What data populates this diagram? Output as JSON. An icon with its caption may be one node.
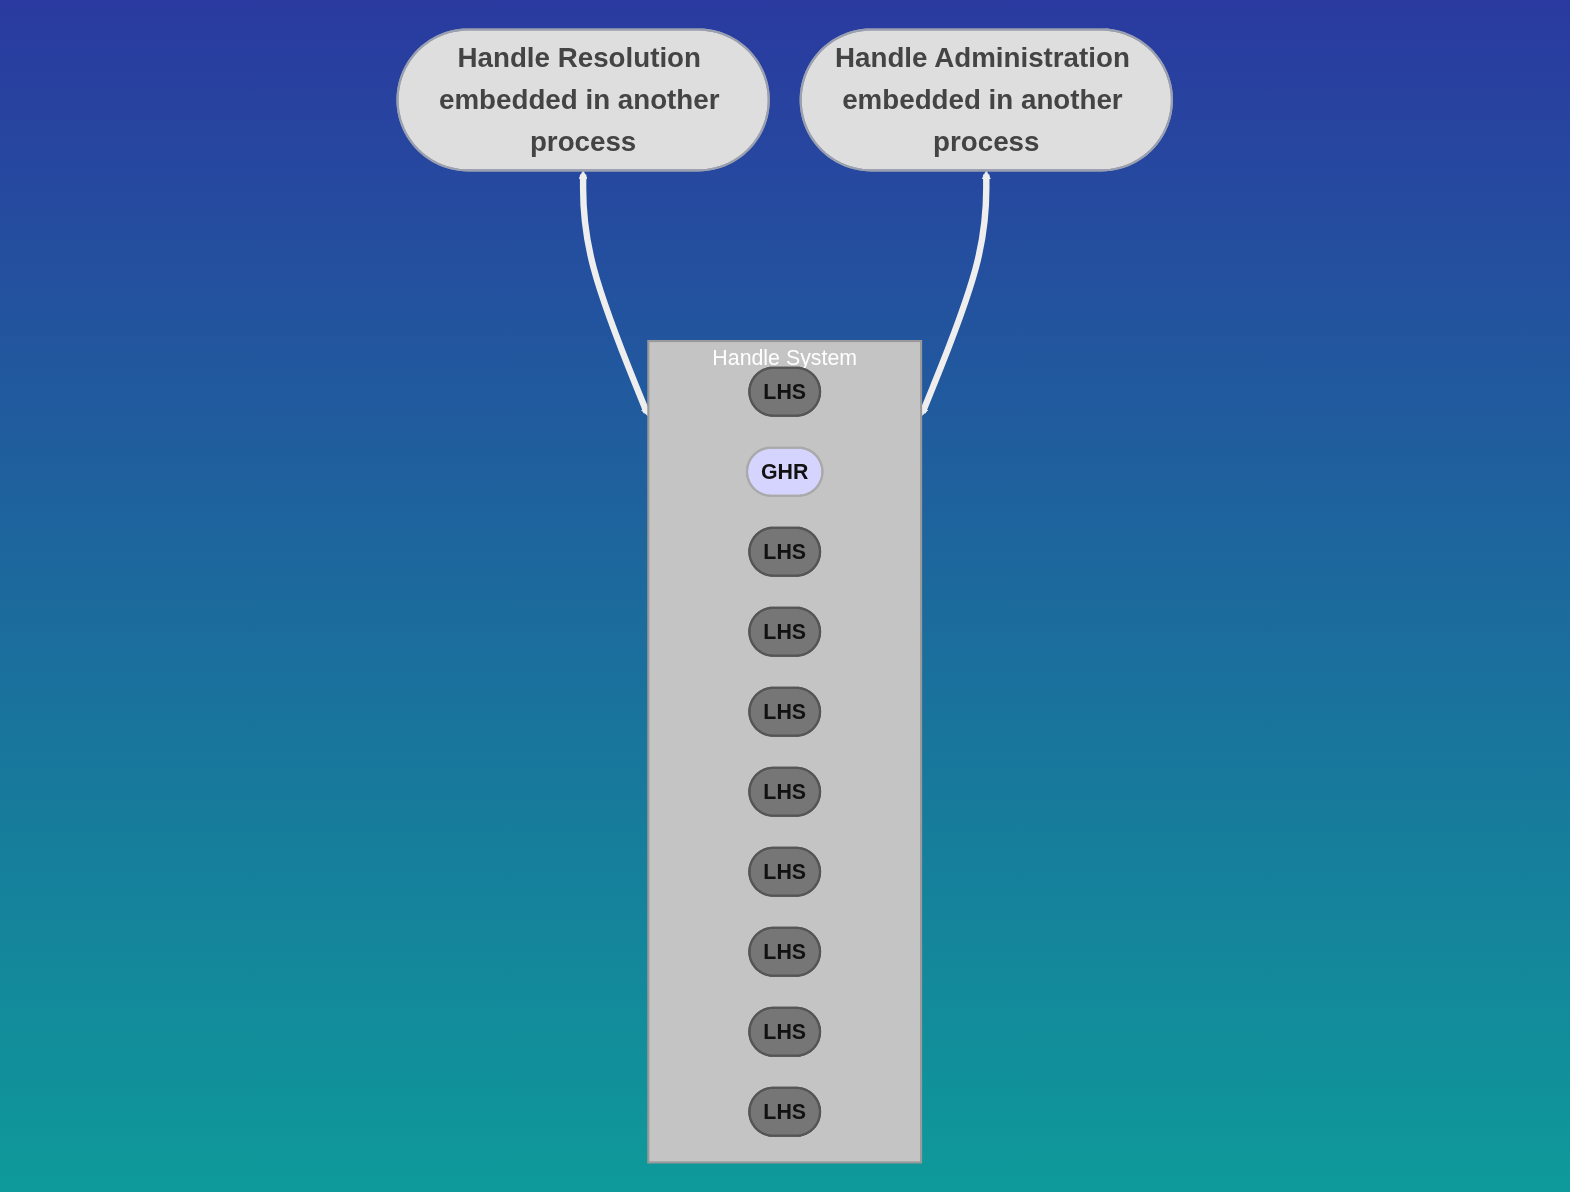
{
  "diagram": {
    "nodes": [
      {
        "text": [
          "Handle Resolution embedded in another process"
        ]
      },
      {
        "text": [
          "Handle Administration embedded in another process"
        ]
      },
      {
        "text": [
          "Handle System"
        ]
      },
      {
        "text": [
          "LHS"
        ],
        "in": 2
      },
      {
        "text": [
          "GHR"
        ],
        "in": 2
      },
      {
        "text": [
          "LHS"
        ],
        "in": 2
      },
      {
        "text": [
          "LHS"
        ],
        "in": 2
      },
      {
        "text": [
          "LHS"
        ],
        "in": 2
      },
      {
        "text": [
          "LHS"
        ],
        "in": 2
      },
      {
        "text": [
          "LHS"
        ],
        "in": 2
      },
      {
        "text": [
          "LHS"
        ],
        "in": 2
      },
      {
        "text": [
          "LHS"
        ],
        "in": 2
      },
      {
        "text": [
          "LHS"
        ],
        "in": 2
      }
    ],
    "edges": [
      {
        "from": 0,
        "to": 2,
        "arrow": "both"
      },
      {
        "from": 1,
        "to": 2,
        "arrow": "both"
      }
    ]
  }
}
